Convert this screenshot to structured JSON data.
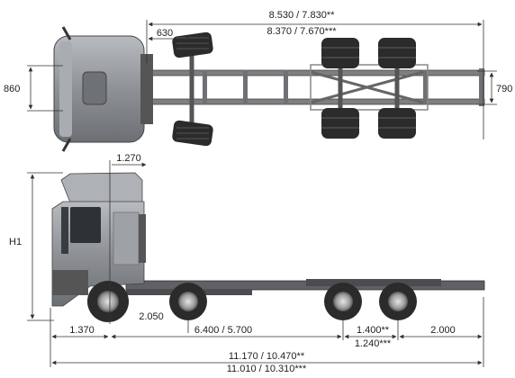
{
  "dimensions": {
    "top_length": "8.530 / 7.830**",
    "top_length_alt": "8.370 / 7.670***",
    "front_overhang_top": "630",
    "cab_width": "860",
    "frame_width": "790",
    "cab_height_label": "H1",
    "cab_depth": "1.270",
    "front_overhang": "1.370",
    "front_axle_spread": "2.050",
    "wheelbase": "6.400 / 5.700",
    "rear_axle_spread": "1.400**",
    "rear_axle_spread_alt": "1.240***",
    "rear_overhang": "2.000",
    "overall_length": "11.170 / 10.470**",
    "overall_length_alt": "11.010 / 10.310***"
  },
  "colors": {
    "line": "#333333",
    "cab": "#9a9da1",
    "tire": "#2b2b2b",
    "frame": "#7d7f82"
  },
  "icons": [
    "truck-top-view",
    "truck-side-view"
  ]
}
